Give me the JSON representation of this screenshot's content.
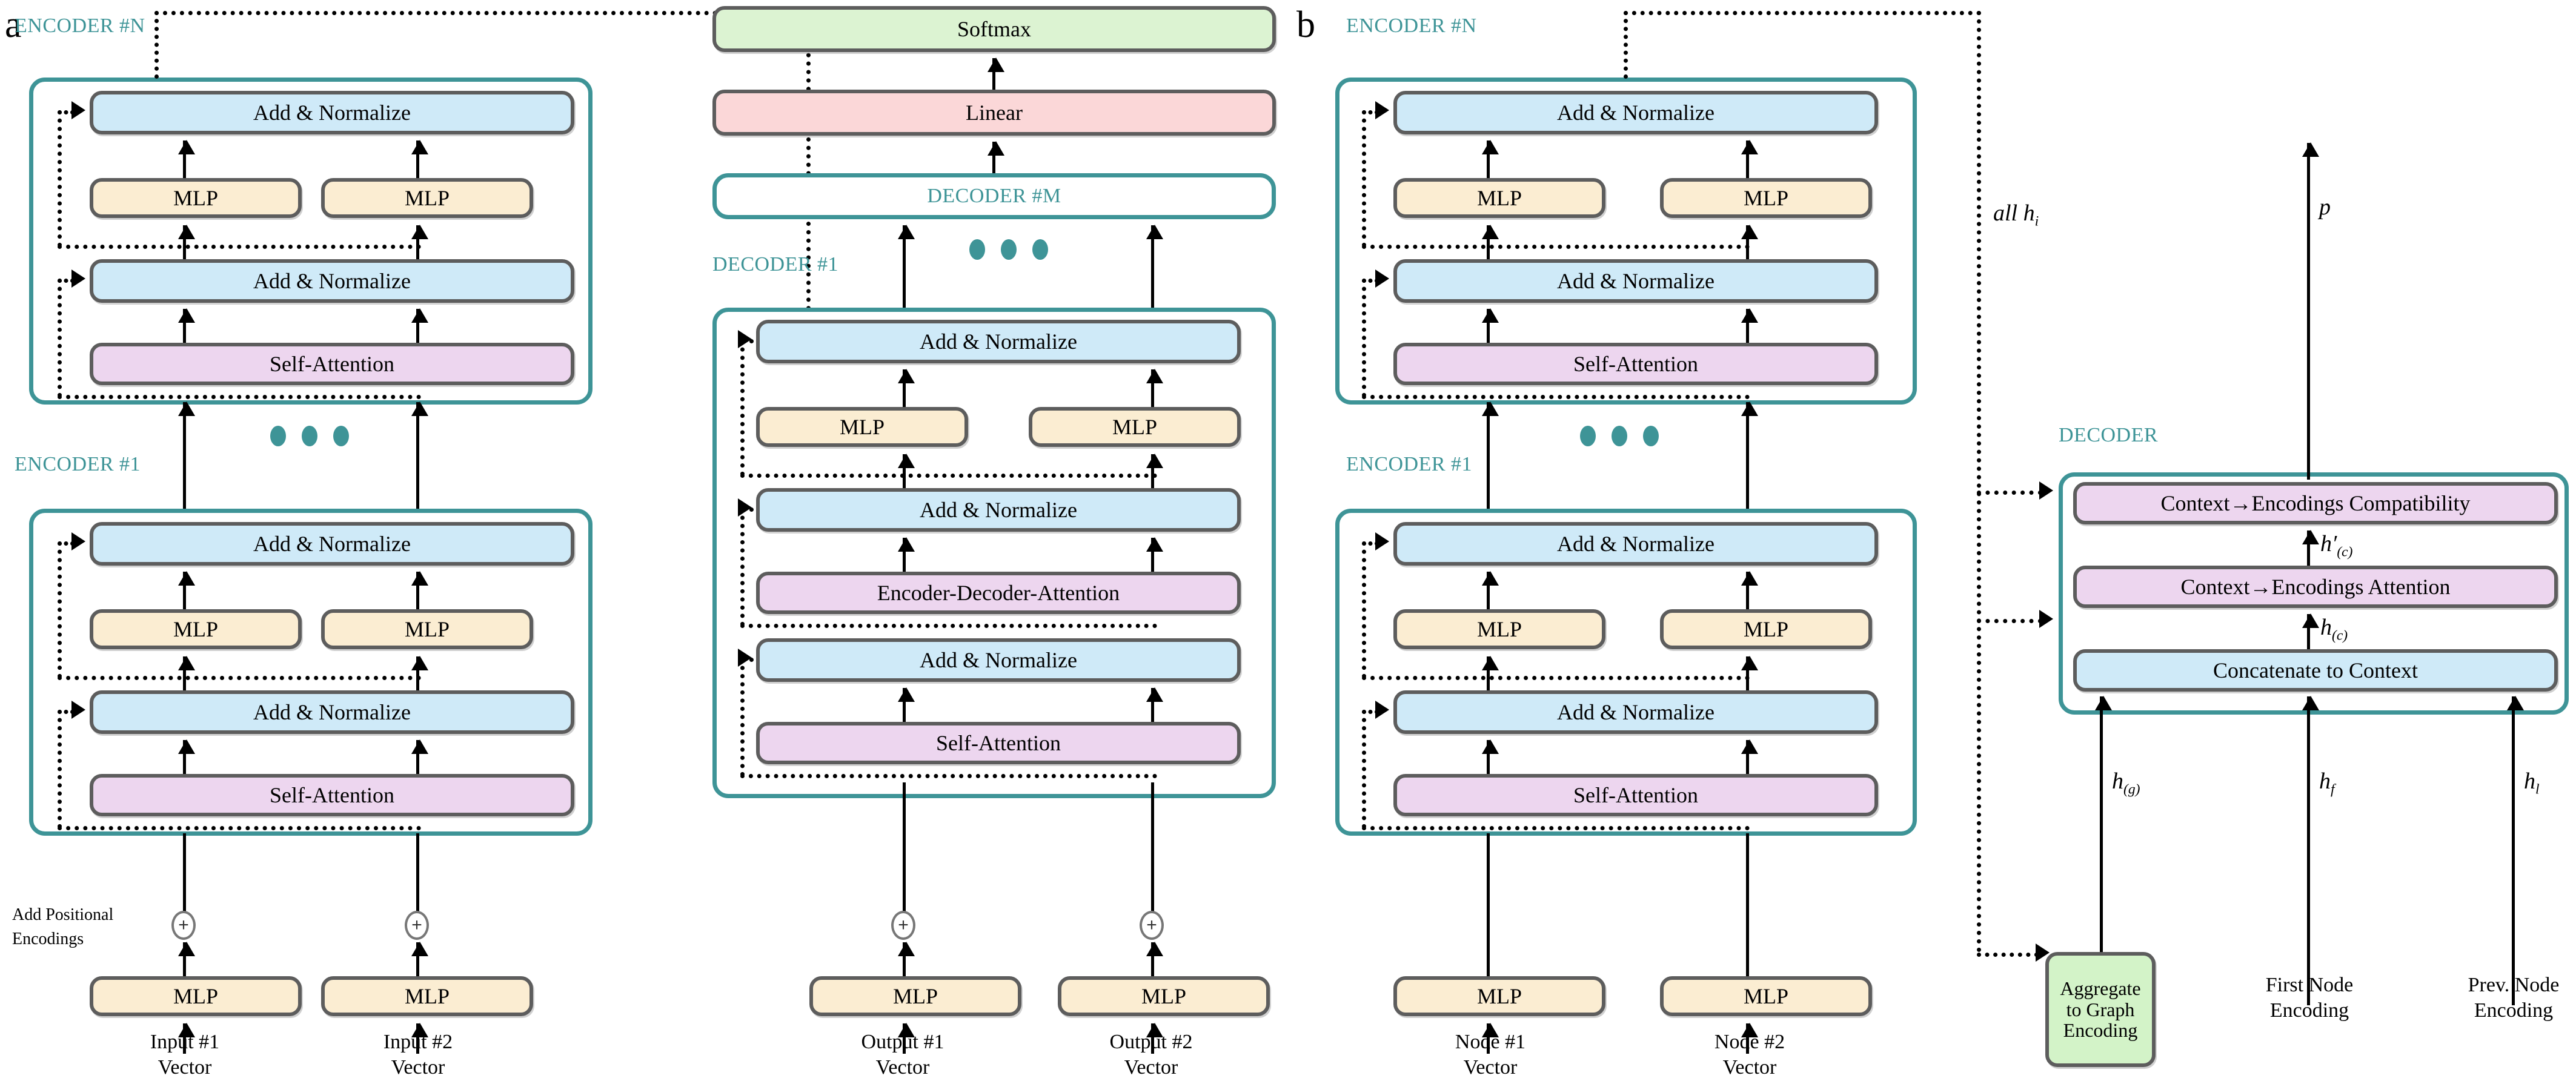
{
  "figure": {
    "panels": [
      {
        "letter": "a",
        "caption_role": "transformer-encoder-decoder"
      },
      {
        "letter": "b",
        "caption_role": "graph-transformer-encoder-decoder"
      }
    ]
  },
  "colors": {
    "accent_teal": "#3E9497",
    "add_norm": "#CFEAF8",
    "mlp": "#FBEDD2",
    "attention": "#EDD6EF",
    "linear": "#FBD7D8",
    "softmax": "#DCF3D2",
    "aggregate": "#D3F3C8",
    "box_stroke": "#5D5D5D",
    "arrow": "#000000"
  },
  "labels": {
    "add_normalize": "Add & Normalize",
    "mlp": "MLP",
    "self_attention": "Self-Attention",
    "encoder_decoder_attention": "Encoder-Decoder-Attention",
    "linear": "Linear",
    "softmax": "Softmax",
    "encoder_n": "ENCODER #N",
    "encoder_1": "ENCODER #1",
    "decoder_1": "DECODER #1",
    "decoder_m": "DECODER #M",
    "decoder": "DECODER",
    "add_positional_encodings_line1": "Add Positional",
    "add_positional_encodings_line2": "Encodings",
    "input1_line1": "Input #1",
    "input1_line2": "Vector",
    "input2_line1": "Input #2",
    "input2_line2": "Vector",
    "output1_line1": "Output #1",
    "output1_line2": "Vector",
    "output2_line1": "Output #2",
    "output2_line2": "Vector",
    "node1_line1": "Node #1",
    "node1_line2": "Vector",
    "node2_line1": "Node #2",
    "node2_line2": "Vector",
    "context_encodings_compatibility": "Context→Encodings Compatibility",
    "context_encodings_attention": "Context→Encodings Attention",
    "concatenate_to_context": "Concatenate to Context",
    "aggregate_line1": "Aggregate",
    "aggregate_line2": "to Graph",
    "aggregate_line3": "Encoding",
    "first_node_line1": "First Node",
    "first_node_line2": "Encoding",
    "prev_node_line1": "Prev. Node",
    "prev_node_line2": "Encoding",
    "plus_symbol": "+",
    "all_h_i": "all h",
    "all_h_i_sub": "i",
    "p_symbol": "p",
    "h_c_prime": "h′",
    "h_c_prime_sub": "(c)",
    "h_c": "h",
    "h_c_sub": "(c)",
    "h_g": "h",
    "h_g_sub": "(g)",
    "h_f": "h",
    "h_f_sub": "f",
    "h_l": "h",
    "h_l_sub": "l"
  }
}
